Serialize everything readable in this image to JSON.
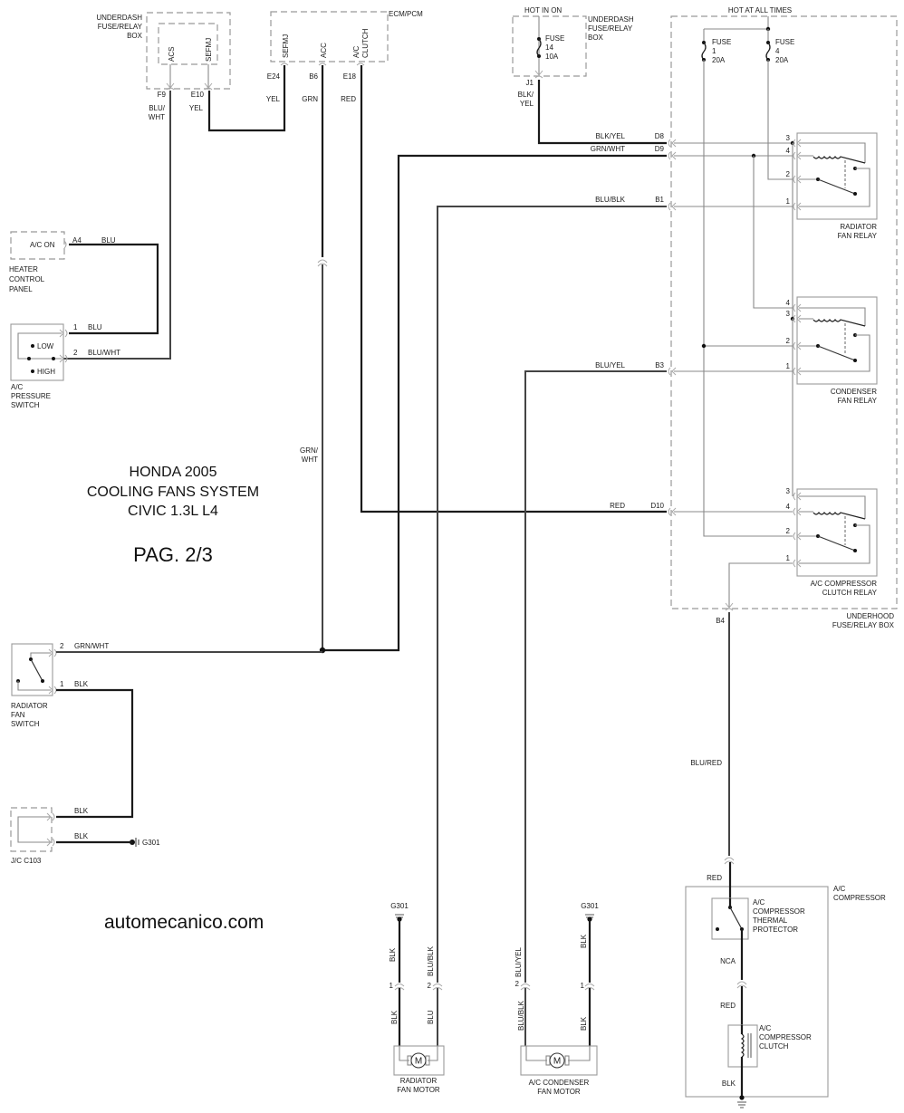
{
  "title": {
    "line1": "HONDA 2005",
    "line2": "COOLING FANS SYSTEM",
    "line3": "CIVIC 1.3L L4",
    "page": "PAG. 2/3",
    "site": "automecanico.com"
  },
  "underdash_box_left": {
    "label": [
      "UNDERDASH",
      "FUSE/RELAY",
      "BOX"
    ],
    "pins": [
      "ACS",
      "SEFMJ"
    ],
    "connectors": [
      "F9",
      "E10"
    ],
    "wires": [
      "BLU/",
      "WHT",
      "YEL"
    ]
  },
  "ecm": {
    "label": "ECM/PCM",
    "pins": [
      "SEFMJ",
      "ACC",
      "A/C",
      "CLUTCH"
    ],
    "connectors": [
      "E24",
      "B6",
      "E18"
    ],
    "wires": [
      "YEL",
      "GRN",
      "RED"
    ]
  },
  "underdash_box_right": {
    "hot_label": "HOT IN ON",
    "label": [
      "UNDERDASH",
      "FUSE/RELAY",
      "BOX"
    ],
    "fuse": [
      "FUSE",
      "14",
      "10A"
    ],
    "connector": "J1",
    "wire": [
      "BLK/",
      "YEL"
    ]
  },
  "underhood_box": {
    "hot_label": "HOT AT ALL TIMES",
    "label": [
      "UNDERHOOD",
      "FUSE/RELAY BOX"
    ],
    "fuse1": [
      "FUSE",
      "1",
      "20A"
    ],
    "fuse4": [
      "FUSE",
      "4",
      "20A"
    ],
    "inputs": [
      {
        "wire": "BLK/YEL",
        "pin": "D8"
      },
      {
        "wire": "GRN/WHT",
        "pin": "D9"
      },
      {
        "wire": "BLU/BLK",
        "pin": "B1"
      },
      {
        "wire": "BLU/YEL",
        "pin": "B3"
      },
      {
        "wire": "RED",
        "pin": "D10"
      }
    ],
    "output_pin": "B4",
    "output_wire": "BLU/RED"
  },
  "relays": [
    {
      "name": [
        "RADIATOR",
        "FAN RELAY"
      ],
      "pins": [
        "3",
        "4",
        "2",
        "1"
      ]
    },
    {
      "name": [
        "CONDENSER",
        "FAN RELAY"
      ],
      "pins": [
        "4",
        "3",
        "2",
        "1"
      ]
    },
    {
      "name": [
        "A/C COMPRESSOR",
        "CLUTCH RELAY"
      ],
      "pins": [
        "3",
        "4",
        "2",
        "1"
      ]
    }
  ],
  "heater_panel": {
    "pin_label": "A/C ON",
    "connector": "A4",
    "wire": "BLU",
    "name": [
      "HEATER",
      "CONTROL",
      "PANEL"
    ]
  },
  "pressure_switch": {
    "pins": [
      "1",
      "2"
    ],
    "wires": [
      "BLU",
      "BLU/WHT"
    ],
    "positions": [
      "LOW",
      "HIGH"
    ],
    "name": [
      "A/C",
      "PRESSURE",
      "SWITCH"
    ]
  },
  "grn_wht_wire": [
    "GRN/",
    "WHT"
  ],
  "radiator_fan_switch": {
    "pins": [
      "2",
      "1"
    ],
    "wires": [
      "GRN/WHT",
      "BLK"
    ],
    "name": [
      "RADIATOR",
      "FAN",
      "SWITCH"
    ]
  },
  "jc": {
    "wires": [
      "BLK",
      "BLK"
    ],
    "ground": "G301",
    "name": "J/C C103"
  },
  "radiator_fan_motor": {
    "ground": "G301",
    "pins": [
      "1",
      "2"
    ],
    "upper_wires": [
      "BLK",
      "BLU/BLK"
    ],
    "lower_wires": [
      "BLK",
      "BLU"
    ],
    "motor_symbol": "M",
    "name": [
      "RADIATOR",
      "FAN MOTOR"
    ]
  },
  "condenser_fan_motor": {
    "ground": "G301",
    "pins": [
      "2",
      "1"
    ],
    "upper_wires": [
      "BLU/YEL",
      "BLK"
    ],
    "lower_wires": [
      "BLU/BLK",
      "BLK"
    ],
    "motor_symbol": "M",
    "name": [
      "A/C CONDENSER",
      "FAN MOTOR"
    ]
  },
  "compressor": {
    "input_wire": "RED",
    "name": [
      "A/C",
      "COMPRESSOR"
    ],
    "protector": [
      "A/C",
      "COMPRESSOR",
      "THERMAL",
      "PROTECTOR"
    ],
    "mid_wires": [
      "NCA",
      "RED"
    ],
    "clutch": [
      "A/C",
      "COMPRESSOR",
      "CLUTCH"
    ],
    "ground_wire": "BLK"
  }
}
